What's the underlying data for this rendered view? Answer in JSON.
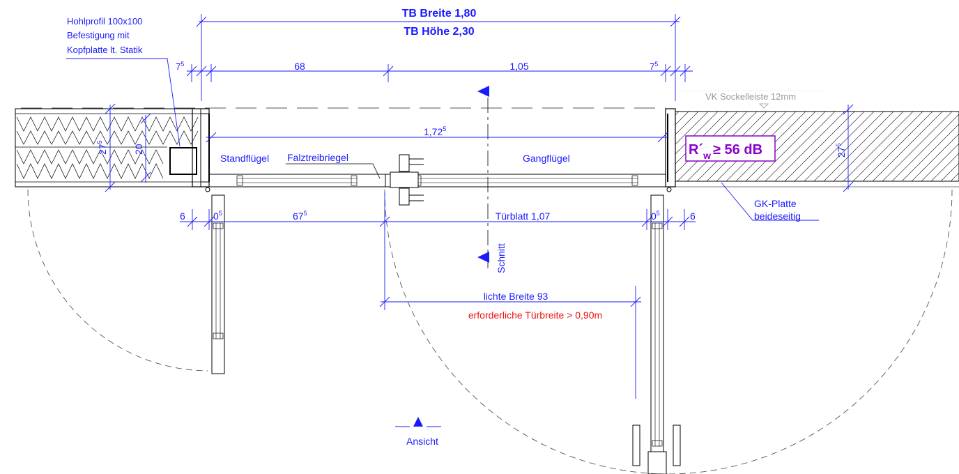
{
  "colors": {
    "line": "#000000",
    "dim": "#1a1aff",
    "warning": "#ee1111",
    "rating": "#8800cc",
    "gray": "#999999"
  },
  "title": {
    "width": "TB Breite 1,80",
    "height": "TB Höhe 2,30"
  },
  "top_dims": {
    "left_small": "7",
    "left_small_sup": "5",
    "standfluegel": "68",
    "gangfluegel": "1,05",
    "right_small": "7",
    "right_small_sup": "5"
  },
  "clear_dim": {
    "base": "1,72",
    "sup": "5"
  },
  "wall_dims": {
    "left_total": "27",
    "left_total_sup": "5",
    "left_insulation": "20",
    "right_total": "27",
    "right_total_sup": "5"
  },
  "lower_dims": {
    "left_six": "6",
    "left_zero": "0",
    "left_zero_sup": "5",
    "leaf_left": "67",
    "leaf_left_sup": "5",
    "door_leaf": "Türblatt 1,07",
    "right_zero": "0",
    "right_zero_sup": "5",
    "right_six": "6"
  },
  "labels": {
    "profile_1": "Hohlprofil 100x100",
    "profile_2": "Befestigung mit",
    "profile_3": "Kopfplatte lt. Statik",
    "baseboard": "VK Sockelleiste 12mm",
    "standfluegel": "Standflügel",
    "falztreibriegel": "Falztreibriegel",
    "gangfluegel": "Gangflügel",
    "gk_1": "GK-Platte",
    "gk_2": "beideseitig",
    "schnitt": "Schnitt",
    "ansicht": "Ansicht"
  },
  "rating": {
    "r": "R",
    "prime": "´",
    "w": "w",
    "rest": "≥ 56 dB"
  },
  "clear_width": {
    "label": "lichte Breite 93",
    "requirement": "erforderliche Türbreite > 0,90m"
  }
}
